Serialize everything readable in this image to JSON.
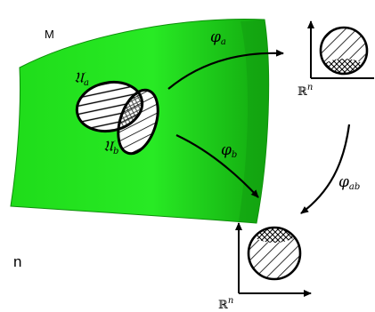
{
  "labels": {
    "manifold": "M",
    "chart_a_domain": "𝔘",
    "chart_a_domain_sub": "a",
    "chart_b_domain": "𝔘",
    "chart_b_domain_sub": "b",
    "map_a": "φ",
    "map_a_sub": "a",
    "map_b": "φ",
    "map_b_sub": "b",
    "transition_map": "φ",
    "transition_map_sub": "ab",
    "euclidean_top": "ℝ",
    "euclidean_top_sup": "n",
    "euclidean_bottom": "ℝ",
    "euclidean_bottom_sup": "n",
    "side_letter": "n"
  },
  "colors": {
    "surface": "#22e61e",
    "surface_dark": "#16b012",
    "ink": "#000000"
  }
}
